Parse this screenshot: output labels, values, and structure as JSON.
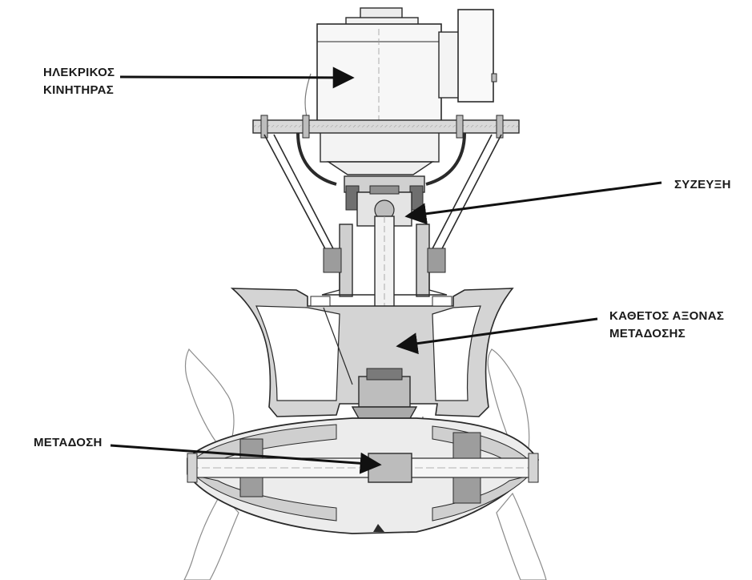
{
  "labels": {
    "motor": {
      "line1": "ΗΛΕΚΡΙΚΟΣ",
      "line2": "ΚΙΝΗΤΗΡΑΣ"
    },
    "coupling": {
      "line1": "ΣΥΖΕΥΞΗ"
    },
    "shaft": {
      "line1": "ΚΑΘΕΤΟΣ ΑΞΟΝΑΣ",
      "line2": "ΜΕΤΑΔΟΣΗΣ"
    },
    "transmission": {
      "line1": "ΜΕΤΑΔΟΣΗ"
    }
  },
  "colors": {
    "line": "#2a2a2a",
    "fill": "#d9d9d9",
    "dark": "#8a8a8a",
    "arrow": "#111111"
  }
}
